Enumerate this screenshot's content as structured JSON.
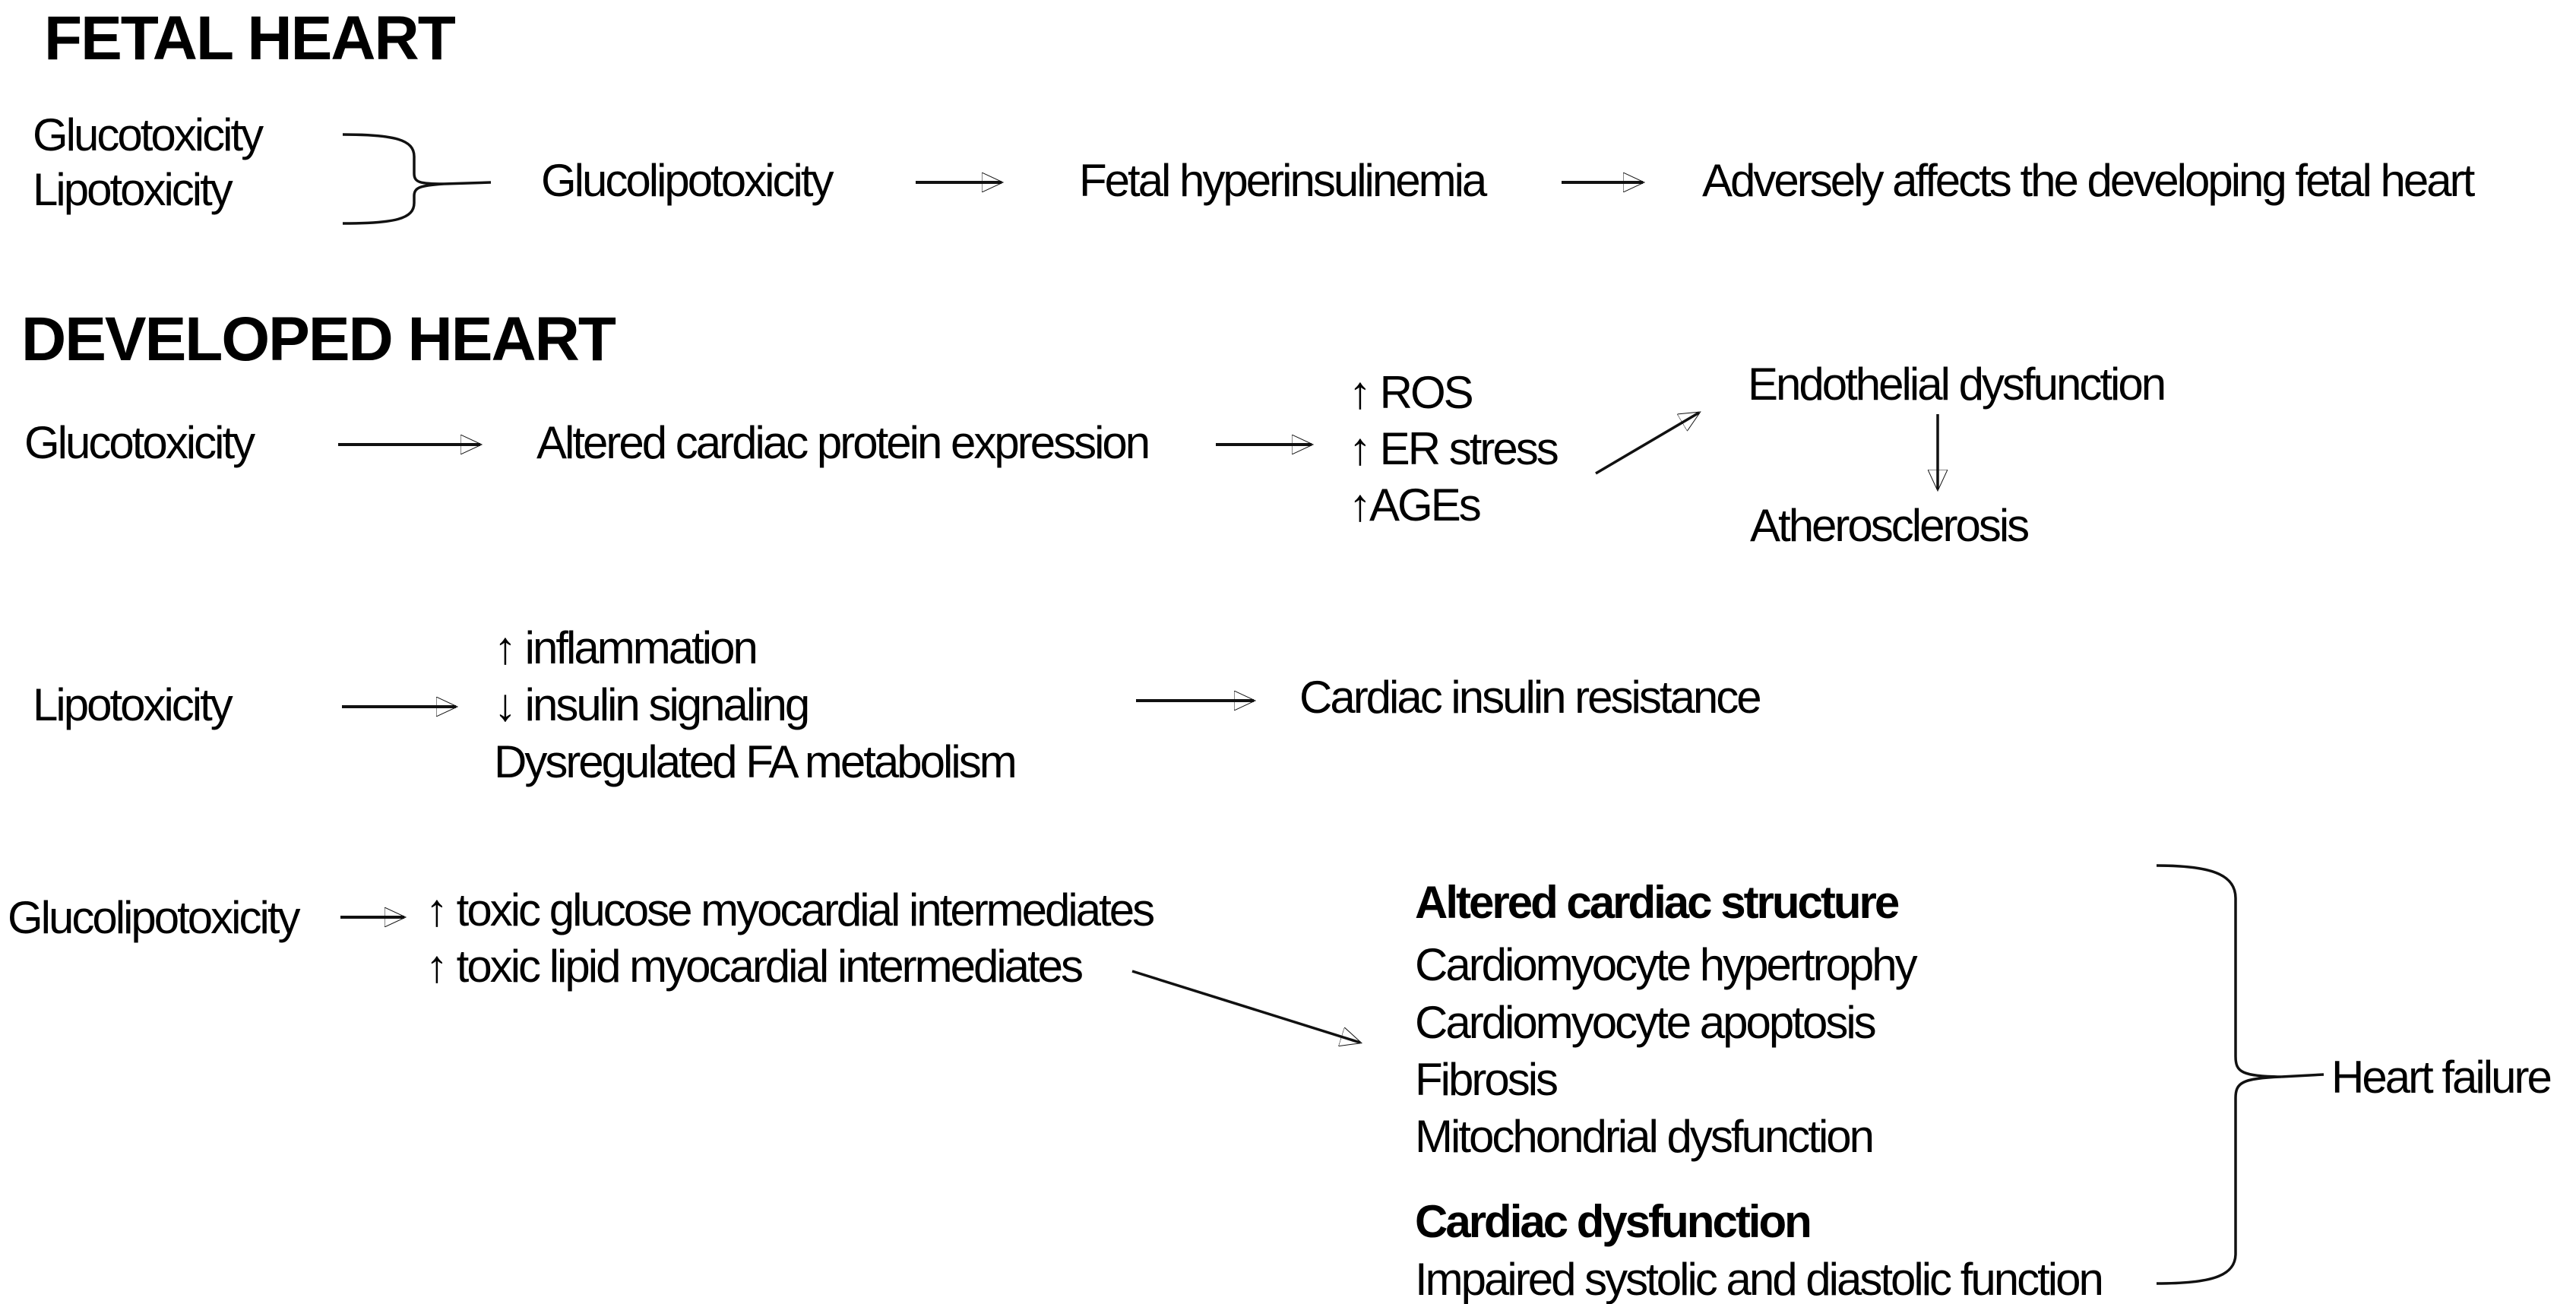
{
  "colors": {
    "text": "#000000",
    "background": "#ffffff",
    "line": "#111111"
  },
  "fetal": {
    "title": "FETAL HEART",
    "input1": "Glucotoxicity",
    "input2": "Lipotoxicity",
    "combined": "Glucolipotoxicity",
    "step1": "Fetal hyperinsulinemia",
    "step2": "Adversely affects the developing fetal heart"
  },
  "developed": {
    "title": "DEVELOPED HEART",
    "gluco": {
      "label": "Glucotoxicity",
      "step1": "Altered cardiac protein expression",
      "effects": [
        "↑ ROS",
        "↑ ER stress",
        "↑AGEs"
      ],
      "outcome1": "Endothelial dysfunction",
      "outcome2": "Atherosclerosis"
    },
    "lipo": {
      "label": "Lipotoxicity",
      "effects": [
        "↑ inflammation",
        "↓ insulin signaling",
        "Dysregulated FA metabolism"
      ],
      "outcome": "Cardiac insulin resistance"
    },
    "glucolipo": {
      "label": "Glucolipotoxicity",
      "effects": [
        "↑ toxic glucose myocardial intermediates",
        "↑ toxic lipid myocardial intermediates"
      ],
      "structure_header": "Altered cardiac structure",
      "structure_items": [
        "Cardiomyocyte hypertrophy",
        "Cardiomyocyte apoptosis",
        "Fibrosis",
        "Mitochondrial dysfunction"
      ],
      "dysfunction_header": "Cardiac dysfunction",
      "dysfunction_items": [
        "Impaired systolic and diastolic function"
      ],
      "final_outcome": "Heart failure"
    }
  }
}
